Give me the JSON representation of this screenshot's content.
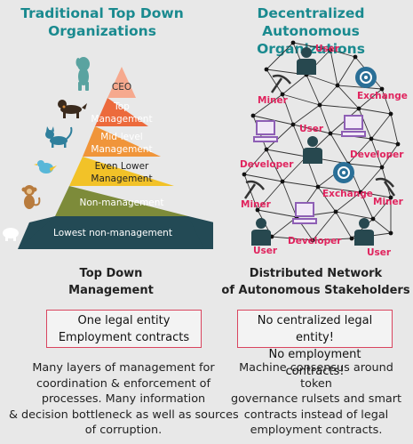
{
  "left": {
    "title_line1": "Traditional Top Down",
    "title_line2": "Organizations",
    "levels": [
      {
        "line1": "CEO",
        "line2": ""
      },
      {
        "line1": "Top",
        "line2": "Management"
      },
      {
        "line1": "Mid-level",
        "line2": "Management"
      },
      {
        "line1": "Even Lower",
        "line2": "Management"
      },
      {
        "line1": "Non-management",
        "line2": ""
      },
      {
        "line1": "Lowest non-management",
        "line2": ""
      }
    ],
    "subtitle_line1": "Top Down",
    "subtitle_line2": "Management",
    "box_line1": "One legal entity",
    "box_line2": "Employment contracts",
    "text_lines": [
      "Many layers of management for",
      "coordination & enforcement of",
      "processes. Many information",
      "& decision bottleneck as well as sources",
      "of corruption."
    ]
  },
  "right": {
    "title_line1": "Decentralized Autonomous",
    "title_line2": "Organizations",
    "network_labels": {
      "user": "User",
      "exchange": "Exchange",
      "miner": "Miner",
      "developer": "Developer"
    },
    "subtitle_line1": "Distributed Network",
    "subtitle_line2": "of Autonomous Stakeholders",
    "box_line1": "No centralized legal entity!",
    "box_line2": "No employment contracts!",
    "text_lines": [
      "Machine consensus around token",
      "governance rulsets and smart",
      "contracts instead of legal",
      "employment contracts."
    ]
  },
  "colors": {
    "title": "#1a8a8f",
    "label": "#e0245e",
    "box_border": "#d9455f",
    "person": "#27484f",
    "developer": "#8e5fb5",
    "exchange": "#2a6f97",
    "pyramid": [
      "#f6a98e",
      "#ec6a3c",
      "#f0953a",
      "#f2c228",
      "#7d8b3a",
      "#234a55"
    ]
  },
  "icons": [
    "dog-icon",
    "bird-icon",
    "cat-icon",
    "monkey-icon",
    "user-icon",
    "exchange-icon",
    "miner-pickaxe-icon",
    "developer-computer-icon"
  ]
}
